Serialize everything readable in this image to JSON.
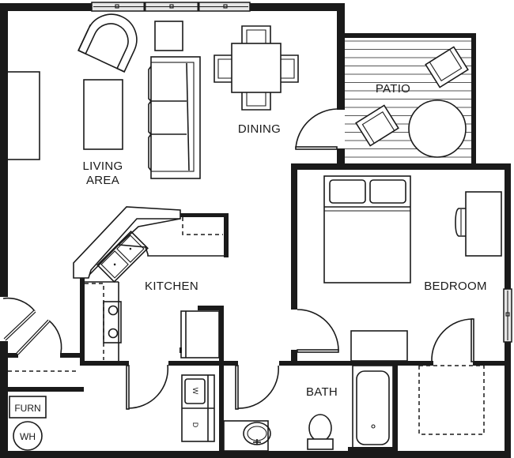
{
  "plan": {
    "type": "apartment floor plan",
    "rooms": {
      "living": {
        "line1": "LIVING",
        "line2": "AREA"
      },
      "dining": "DINING",
      "patio": "PATIO",
      "kitchen": "KITCHEN",
      "bedroom": "BEDROOM",
      "bath": "BATH"
    },
    "fixtures": {
      "furnace": "FURN",
      "water_heater": "WH",
      "washer": "W",
      "dryer": "D"
    }
  }
}
